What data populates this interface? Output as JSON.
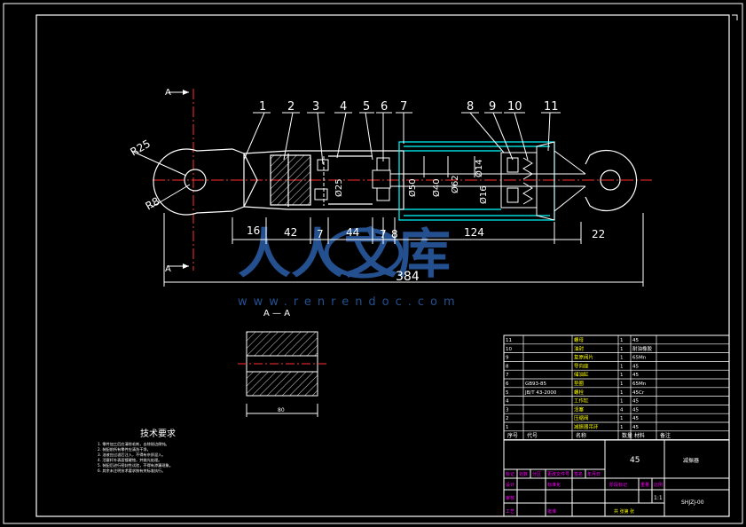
{
  "colors": {
    "background": "#000000",
    "line": "#ffffff",
    "cyan": "#00ffff",
    "red": "#ff3030",
    "green": "#00ff00",
    "magenta": "#ff00ff",
    "yellow": "#ffff00",
    "watermark": "#2b5fa8"
  },
  "section_marks": {
    "top": "A",
    "bottom": "A",
    "view_title": "A — A"
  },
  "radius_labels": {
    "r25": "R25",
    "r8": "R8"
  },
  "balloons": [
    "1",
    "2",
    "3",
    "4",
    "5",
    "6",
    "7",
    "8",
    "9",
    "10",
    "11"
  ],
  "dimensions": [
    "16",
    "42",
    "7",
    "44",
    "7",
    "8",
    "124",
    "22"
  ],
  "overall_length": "384",
  "diameters": [
    "Ø25",
    "Ø50",
    "Ø40",
    "Ø62",
    "Ø14",
    "Ø16"
  ],
  "section_width": "80",
  "watermark": {
    "brand": "人人文库",
    "url": "www.renrendoc.com"
  },
  "tech_requirements": {
    "title": "技术要求",
    "lines": [
      "1. 零件加工后应清除毛刺，去除锐边倒钝。",
      "2. 装配前所有零件应清洗干净。",
      "3. 油液应过滤后注入，不得有杂质混入。",
      "4. 活塞杆外表面镀硬铬，并抛光处理。",
      "5. 装配后进行密封性试验，不得有渗漏现象。",
      "6. 其余未注明技术要求按有关标准执行。"
    ]
  },
  "bom": {
    "rows": [
      {
        "no": "11",
        "code": "",
        "name": "螺母",
        "qty": "1",
        "mat": "45"
      },
      {
        "no": "10",
        "code": "",
        "name": "油封",
        "qty": "1",
        "mat": "耐油橡胶"
      },
      {
        "no": "9",
        "code": "",
        "name": "复原阀片",
        "qty": "1",
        "mat": "65Mn"
      },
      {
        "no": "8",
        "code": "",
        "name": "导向座",
        "qty": "1",
        "mat": "45"
      },
      {
        "no": "7",
        "code": "",
        "name": "储油缸",
        "qty": "1",
        "mat": "45"
      },
      {
        "no": "6",
        "code": "GB93-85",
        "name": "垫圈",
        "qty": "1",
        "mat": "65Mn"
      },
      {
        "no": "5",
        "code": "JB/T 43-2000",
        "name": "螺栓",
        "qty": "1",
        "mat": "45Cr"
      },
      {
        "no": "4",
        "code": "",
        "name": "工作缸",
        "qty": "1",
        "mat": "45"
      },
      {
        "no": "3",
        "code": "",
        "name": "活塞",
        "qty": "4",
        "mat": "45"
      },
      {
        "no": "2",
        "code": "",
        "name": "压缩阀",
        "qty": "1",
        "mat": "45"
      },
      {
        "no": "1",
        "code": "",
        "name": "减振器吊环",
        "qty": "1",
        "mat": "45"
      }
    ],
    "headers": {
      "no": "序号",
      "code": "代号",
      "name": "名称",
      "qty": "数量",
      "mat": "材料",
      "remark": "备注"
    }
  },
  "title_block": {
    "material": "45",
    "drawing_name": "减振器",
    "drawing_no": "SHJZJ-00",
    "scale": "1:1",
    "header_labels": [
      "标记",
      "处数",
      "分区",
      "更改文件号",
      "签名",
      "年月日"
    ],
    "left_labels": [
      "设计",
      "审核",
      "工艺"
    ],
    "std": "标准化",
    "approve": "批准",
    "stage_labels": [
      "阶段标记",
      "重量",
      "比例"
    ],
    "sheet": "共  张第  张"
  }
}
